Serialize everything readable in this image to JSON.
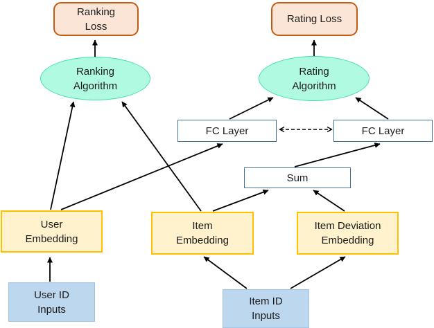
{
  "diagram": {
    "description": "Architecture diagram of a joint ranking and rating recommendation model",
    "nodes": {
      "ranking_loss": {
        "label": "Ranking\nLoss",
        "type": "loss"
      },
      "rating_loss": {
        "label": "Rating Loss",
        "type": "loss"
      },
      "ranking_algorithm": {
        "label": "Ranking\nAlgorithm",
        "type": "algorithm"
      },
      "rating_algorithm": {
        "label": "Rating\nAlgorithm",
        "type": "algorithm"
      },
      "fc_layer_left": {
        "label": "FC Layer",
        "type": "layer"
      },
      "fc_layer_right": {
        "label": "FC Layer",
        "type": "layer"
      },
      "sum": {
        "label": "Sum",
        "type": "layer"
      },
      "user_embedding": {
        "label": "User\nEmbedding",
        "type": "embedding"
      },
      "item_embedding": {
        "label": "Item\nEmbedding",
        "type": "embedding"
      },
      "item_deviation_embedding": {
        "label": "Item Deviation\nEmbedding",
        "type": "embedding"
      },
      "user_id_inputs": {
        "label": "User ID\nInputs",
        "type": "input"
      },
      "item_id_inputs": {
        "label": "Item ID\nInputs",
        "type": "input"
      }
    },
    "edges": [
      {
        "from": "ranking_algorithm",
        "to": "ranking_loss",
        "style": "solid-arrow"
      },
      {
        "from": "rating_algorithm",
        "to": "rating_loss",
        "style": "solid-arrow"
      },
      {
        "from": "user_id_inputs",
        "to": "user_embedding",
        "style": "solid-arrow"
      },
      {
        "from": "user_embedding",
        "to": "ranking_algorithm",
        "style": "solid-arrow"
      },
      {
        "from": "user_embedding",
        "to": "fc_layer_left",
        "style": "solid-arrow"
      },
      {
        "from": "item_embedding",
        "to": "ranking_algorithm",
        "style": "solid-arrow"
      },
      {
        "from": "item_embedding",
        "to": "sum",
        "style": "solid-arrow"
      },
      {
        "from": "item_deviation_embedding",
        "to": "sum",
        "style": "solid-arrow"
      },
      {
        "from": "sum",
        "to": "fc_layer_right",
        "style": "solid-arrow"
      },
      {
        "from": "fc_layer_left",
        "to": "rating_algorithm",
        "style": "solid-arrow"
      },
      {
        "from": "fc_layer_right",
        "to": "rating_algorithm",
        "style": "solid-arrow"
      },
      {
        "from": "item_id_inputs",
        "to": "item_embedding",
        "style": "solid-arrow"
      },
      {
        "from": "item_id_inputs",
        "to": "item_deviation_embedding",
        "style": "solid-arrow"
      },
      {
        "from": "fc_layer_left",
        "to": "fc_layer_right",
        "style": "dashed-double-arrow"
      }
    ],
    "colors": {
      "loss_fill": "#FBE5D6",
      "loss_border": "#C55A11",
      "algorithm_fill": "#B0FAE1",
      "algorithm_border": "#44DFAB",
      "layer_fill": "#FFFFFF",
      "layer_border": "#41719C",
      "embedding_fill": "#FFF2CC",
      "embedding_border": "#FFC000",
      "input_fill": "#BDD7EE",
      "input_border": "#9DC3E6",
      "arrow": "#000000"
    }
  }
}
